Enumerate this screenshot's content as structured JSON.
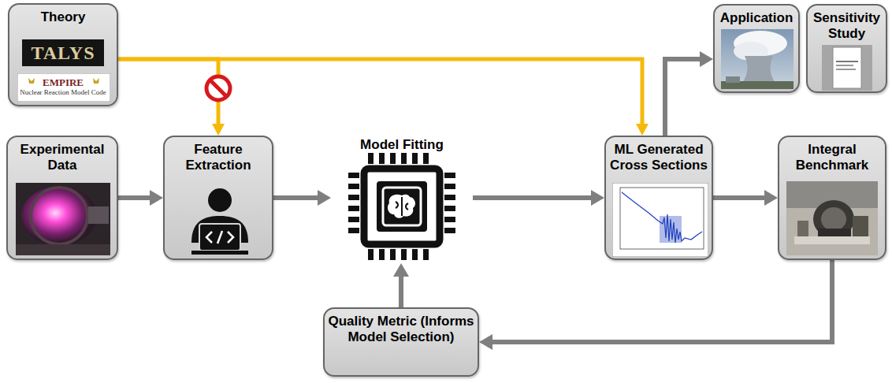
{
  "diagram": {
    "nodes": [
      {
        "text": [
          "Theory",
          "TALYS",
          "EMPIRE",
          "Nuclear Reaction Model Code"
        ]
      },
      {
        "text": [
          "Experimental Data"
        ]
      },
      {
        "text": [
          "Feature Extraction"
        ]
      },
      {
        "text": [
          "Model Fitting"
        ]
      },
      {
        "text": [
          "ML Generated Cross Sections"
        ]
      },
      {
        "text": [
          "Application"
        ]
      },
      {
        "text": [
          "Sensitivity Study"
        ]
      },
      {
        "text": [
          "Integral Benchmark"
        ]
      },
      {
        "text": [
          "Quality Metric (Informs Model Selection)"
        ]
      }
    ],
    "edges": [
      {
        "from": 0,
        "to": 2,
        "arrow": "to"
      },
      {
        "from": 0,
        "to": 4,
        "arrow": "to"
      },
      {
        "from": 1,
        "to": 2,
        "arrow": "to"
      },
      {
        "from": 2,
        "to": 3,
        "arrow": "to"
      },
      {
        "from": 3,
        "to": 4,
        "arrow": "to"
      },
      {
        "from": 4,
        "to": 5,
        "arrow": "to"
      },
      {
        "from": 4,
        "to": 7,
        "arrow": "to"
      },
      {
        "from": 7,
        "to": 8,
        "arrow": "to"
      },
      {
        "from": 8,
        "to": 3,
        "arrow": "to"
      }
    ]
  }
}
